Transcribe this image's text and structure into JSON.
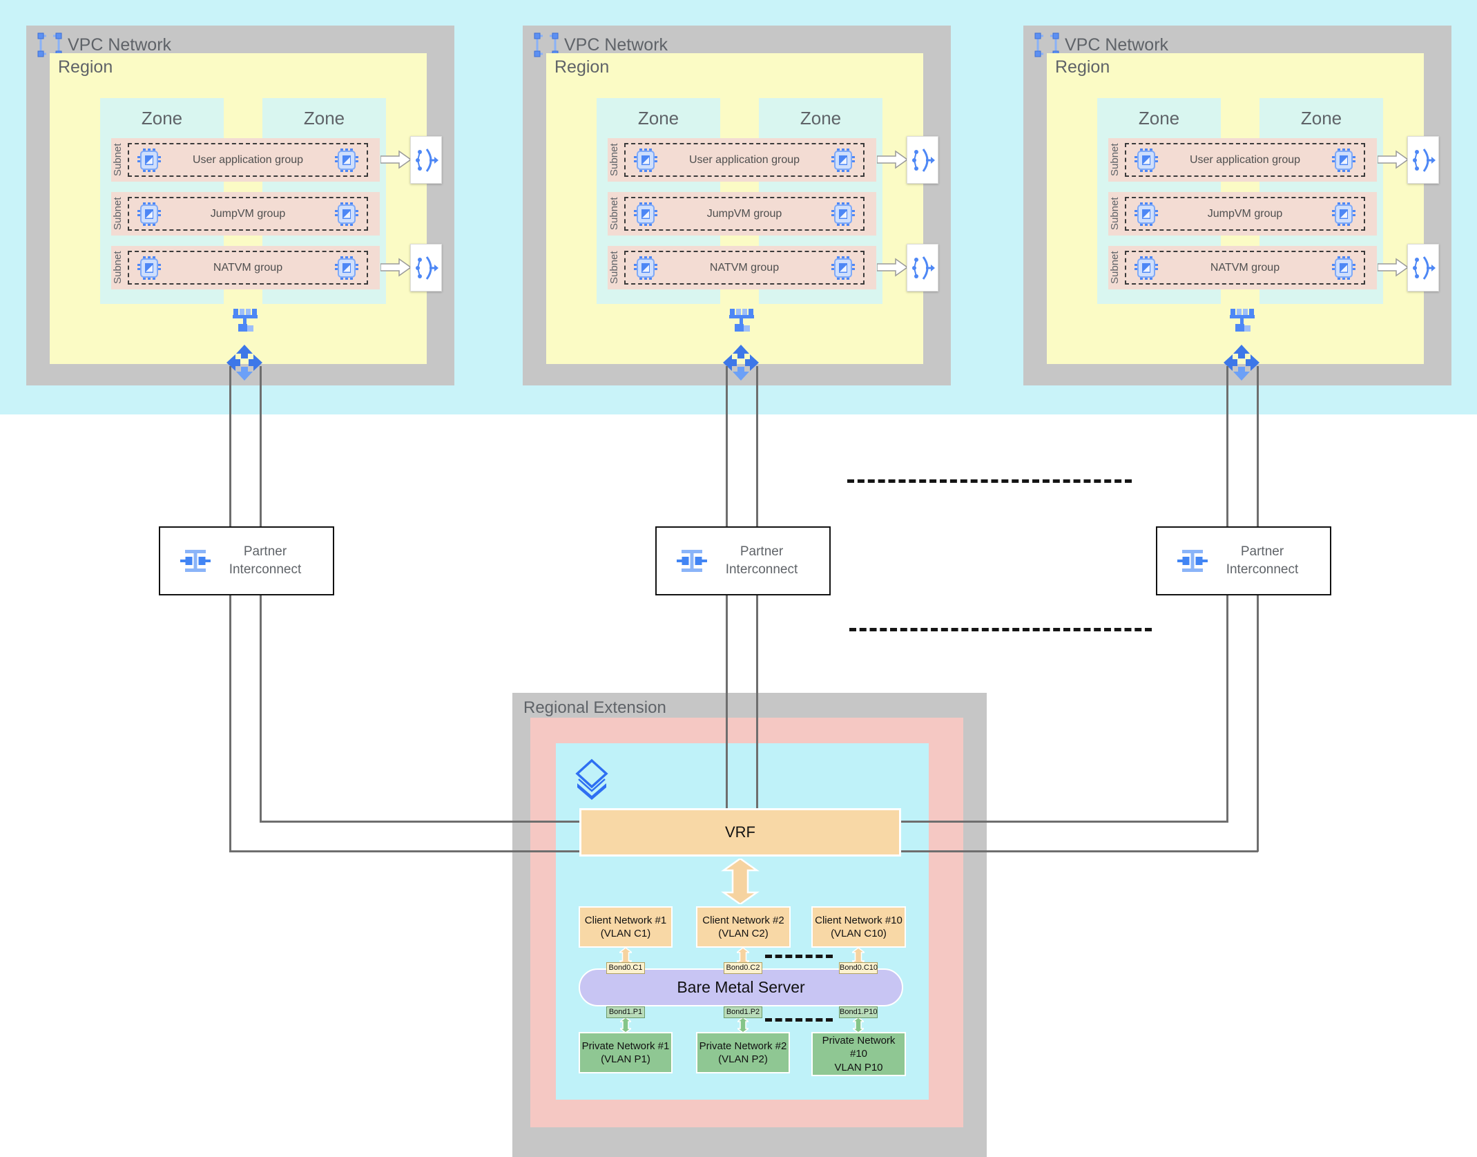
{
  "diagram": {
    "vpcs": [
      {
        "title": "VPC Network",
        "region": "Region",
        "zones": [
          "Zone",
          "Zone"
        ],
        "subnets": [
          {
            "label": "Subnet",
            "group": "User application group"
          },
          {
            "label": "Subnet",
            "group": "JumpVM group"
          },
          {
            "label": "Subnet",
            "group": "NATVM group"
          }
        ]
      },
      {
        "title": "VPC Network",
        "region": "Region",
        "zones": [
          "Zone",
          "Zone"
        ],
        "subnets": [
          {
            "label": "Subnet",
            "group": "User application group"
          },
          {
            "label": "Subnet",
            "group": "JumpVM group"
          },
          {
            "label": "Subnet",
            "group": "NATVM group"
          }
        ]
      },
      {
        "title": "VPC Network",
        "region": "Region",
        "zones": [
          "Zone",
          "Zone"
        ],
        "subnets": [
          {
            "label": "Subnet",
            "group": "User application group"
          },
          {
            "label": "Subnet",
            "group": "JumpVM group"
          },
          {
            "label": "Subnet",
            "group": "NATVM group"
          }
        ]
      }
    ],
    "interconnects": [
      {
        "line1": "Partner",
        "line2": "Interconnect"
      },
      {
        "line1": "Partner",
        "line2": "Interconnect"
      },
      {
        "line1": "Partner",
        "line2": "Interconnect"
      }
    ],
    "regional_extension": {
      "title": "Regional Extension",
      "vrf": "VRF",
      "client_networks": [
        {
          "line1": "Client Network #1",
          "line2": "(VLAN C1)"
        },
        {
          "line1": "Client Network #2",
          "line2": "(VLAN C2)"
        },
        {
          "line1": "Client Network #10",
          "line2": "(VLAN C10)"
        }
      ],
      "client_bonds": [
        "Bond0.C1",
        "Bond0.C2",
        "Bond0.C10"
      ],
      "server": "Bare Metal Server",
      "private_bonds": [
        "Bond1.P1",
        "Bond1.P2",
        "Bond1.P10"
      ],
      "private_networks": [
        {
          "line1": "Private Network #1",
          "line2": "(VLAN P1)"
        },
        {
          "line1": "Private Network #2",
          "line2": "(VLAN P2)"
        },
        {
          "line1": "Private Network",
          "line2": "#10",
          "line3": "VLAN P10"
        }
      ]
    },
    "colors": {
      "band_cyan": "#c9f3f9",
      "vpc_gray": "#c6c6c6",
      "region_yellow": "#fbfbc5",
      "zone_cyan": "#d9f6f0",
      "subnet_salmon": "#f3dcd3",
      "re_pink": "#f5c8c3",
      "re_cyan": "#bff2f9",
      "orange": "#f8d8a6",
      "purple": "#c8c5f3",
      "green": "#8fc793",
      "icon_blue": "#4d87f5",
      "line_gray": "#6e6e6e"
    }
  }
}
